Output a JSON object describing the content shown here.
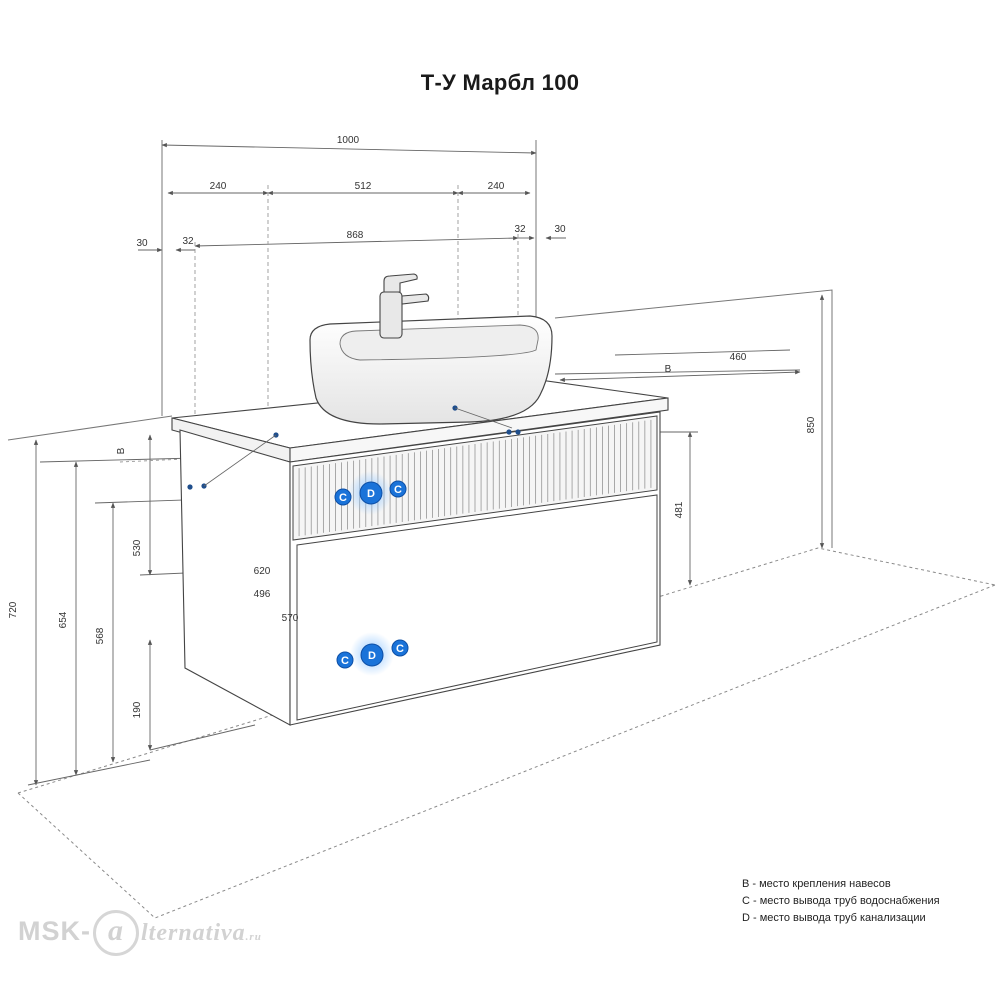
{
  "title": "Т-У Марбл 100",
  "dimensions": {
    "total_width": "1000",
    "left_offset": "240",
    "center_span": "512",
    "right_offset": "240",
    "left_edge": "30",
    "left_inner": "32",
    "inner_span": "868",
    "right_inner": "32",
    "right_edge": "30",
    "depth": "460",
    "depth_b": "B",
    "height_total": "850",
    "drawer_height": "481",
    "height_720": "720",
    "height_654": "654",
    "height_568": "568",
    "height_530": "530",
    "height_190": "190",
    "height_b": "B",
    "depth_620": "620",
    "depth_496": "496",
    "depth_570": "570"
  },
  "markers": {
    "c": "C",
    "d": "D"
  },
  "legend": [
    "B - место крепления навесов",
    "C - место вывода труб водоснабжения",
    "D - место вывода труб канализации"
  ],
  "watermark": {
    "prefix": "MSK-",
    "mark": "a",
    "tail": "lternativa",
    "tld": ".ru"
  },
  "colors": {
    "line": "#555555",
    "dim_line": "#6a6a6a",
    "marker_blue": "#1a73d9",
    "marker_glow": "#8ec5ff",
    "attachment_dot": "#1f4e8c"
  }
}
